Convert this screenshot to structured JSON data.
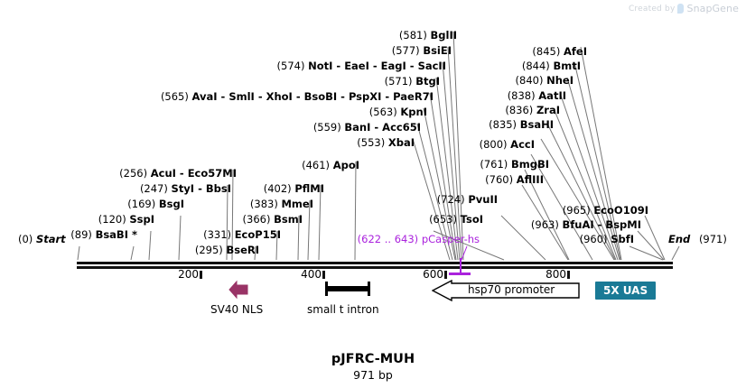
{
  "watermark": {
    "prefix": "Created by",
    "brand": "SnapGene",
    "logo_icon": "snapgene-logo-icon"
  },
  "plasmid": {
    "name": "pJFRC-MUH",
    "length_label": "971 bp"
  },
  "ruler": {
    "start_label": "(0)",
    "start_name": "Start",
    "end_name": "End",
    "end_label": "(971)",
    "ticks": [
      {
        "label": "200",
        "value": 200
      },
      {
        "label": "400",
        "value": 400
      },
      {
        "label": "600",
        "value": 600
      },
      {
        "label": "800",
        "value": 800
      }
    ]
  },
  "sites": [
    {
      "pos": "(89)",
      "name": "BsaBI *",
      "value": 89
    },
    {
      "pos": "(120)",
      "name": "SspI",
      "value": 120
    },
    {
      "pos": "(169)",
      "name": "BsgI",
      "value": 169
    },
    {
      "pos": "(247)",
      "name": "StyI  -  BbsI",
      "value": 247
    },
    {
      "pos": "(256)",
      "name": "AcuI  -  Eco57MI",
      "value": 256
    },
    {
      "pos": "(295)",
      "name": "BseRI",
      "value": 295
    },
    {
      "pos": "(331)",
      "name": "EcoP15I",
      "value": 331
    },
    {
      "pos": "(366)",
      "name": "BsmI",
      "value": 366
    },
    {
      "pos": "(383)",
      "name": "MmeI",
      "value": 383
    },
    {
      "pos": "(402)",
      "name": "PflMI",
      "value": 402
    },
    {
      "pos": "(461)",
      "name": "ApoI",
      "value": 461
    },
    {
      "pos": "(553)",
      "name": "XbaI",
      "value": 553
    },
    {
      "pos": "(559)",
      "name": "BanI  -  Acc65I",
      "value": 559
    },
    {
      "pos": "(563)",
      "name": "KpnI",
      "value": 563
    },
    {
      "pos": "(565)",
      "name": "AvaI  -  SmlI  -  XhoI  -  BsoBI  -  PspXI  -  PaeR7I",
      "value": 565
    },
    {
      "pos": "(571)",
      "name": "BtgI",
      "value": 571
    },
    {
      "pos": "(574)",
      "name": "NotI  -  EaeI  -  EagI  -  SacII",
      "value": 574
    },
    {
      "pos": "(577)",
      "name": "BsiEI",
      "value": 577
    },
    {
      "pos": "(581)",
      "name": "BglII",
      "value": 581
    },
    {
      "pos": "(653)",
      "name": "TsoI",
      "value": 653
    },
    {
      "pos": "(724)",
      "name": "PvuII",
      "value": 724
    },
    {
      "pos": "(760)",
      "name": "AflIII",
      "value": 760
    },
    {
      "pos": "(761)",
      "name": "BmgBI",
      "value": 761
    },
    {
      "pos": "(800)",
      "name": "AccI",
      "value": 800
    },
    {
      "pos": "(835)",
      "name": "BsaHI",
      "value": 835
    },
    {
      "pos": "(836)",
      "name": "ZraI",
      "value": 836
    },
    {
      "pos": "(838)",
      "name": "AatII",
      "value": 838
    },
    {
      "pos": "(840)",
      "name": "NheI",
      "value": 840
    },
    {
      "pos": "(844)",
      "name": "BmtI",
      "value": 844
    },
    {
      "pos": "(845)",
      "name": "AfeI",
      "value": 845
    },
    {
      "pos": "(960)",
      "name": "SbfI",
      "value": 960
    },
    {
      "pos": "(963)",
      "name": "BfuAI  -  BspMI",
      "value": 963
    },
    {
      "pos": "(965)",
      "name": "EcoO109I",
      "value": 965
    }
  ],
  "annotated_feature": {
    "pos": "(622 .. 643)",
    "name": "pCasper-hs",
    "color": "#aa22dd",
    "start": 622,
    "end": 643
  },
  "features": [
    {
      "name": "SV40 NLS",
      "shape": "arrow-left-filled",
      "color": "#993366",
      "label": "SV40 NLS"
    },
    {
      "name": "small t intron",
      "shape": "ibeam",
      "color": "#000000",
      "label": "small t intron"
    },
    {
      "name": "hsp70 promoter",
      "shape": "arrow-left-outline",
      "color": "#ffffff",
      "label": "hsp70 promoter"
    },
    {
      "name": "5X UAS",
      "shape": "box-filled",
      "color": "#1a7a96",
      "label": "5X UAS"
    }
  ],
  "colors": {
    "accent_teal": "#1a7a96",
    "purple": "#aa22dd",
    "magenta": "#993366",
    "line": "#777777"
  }
}
